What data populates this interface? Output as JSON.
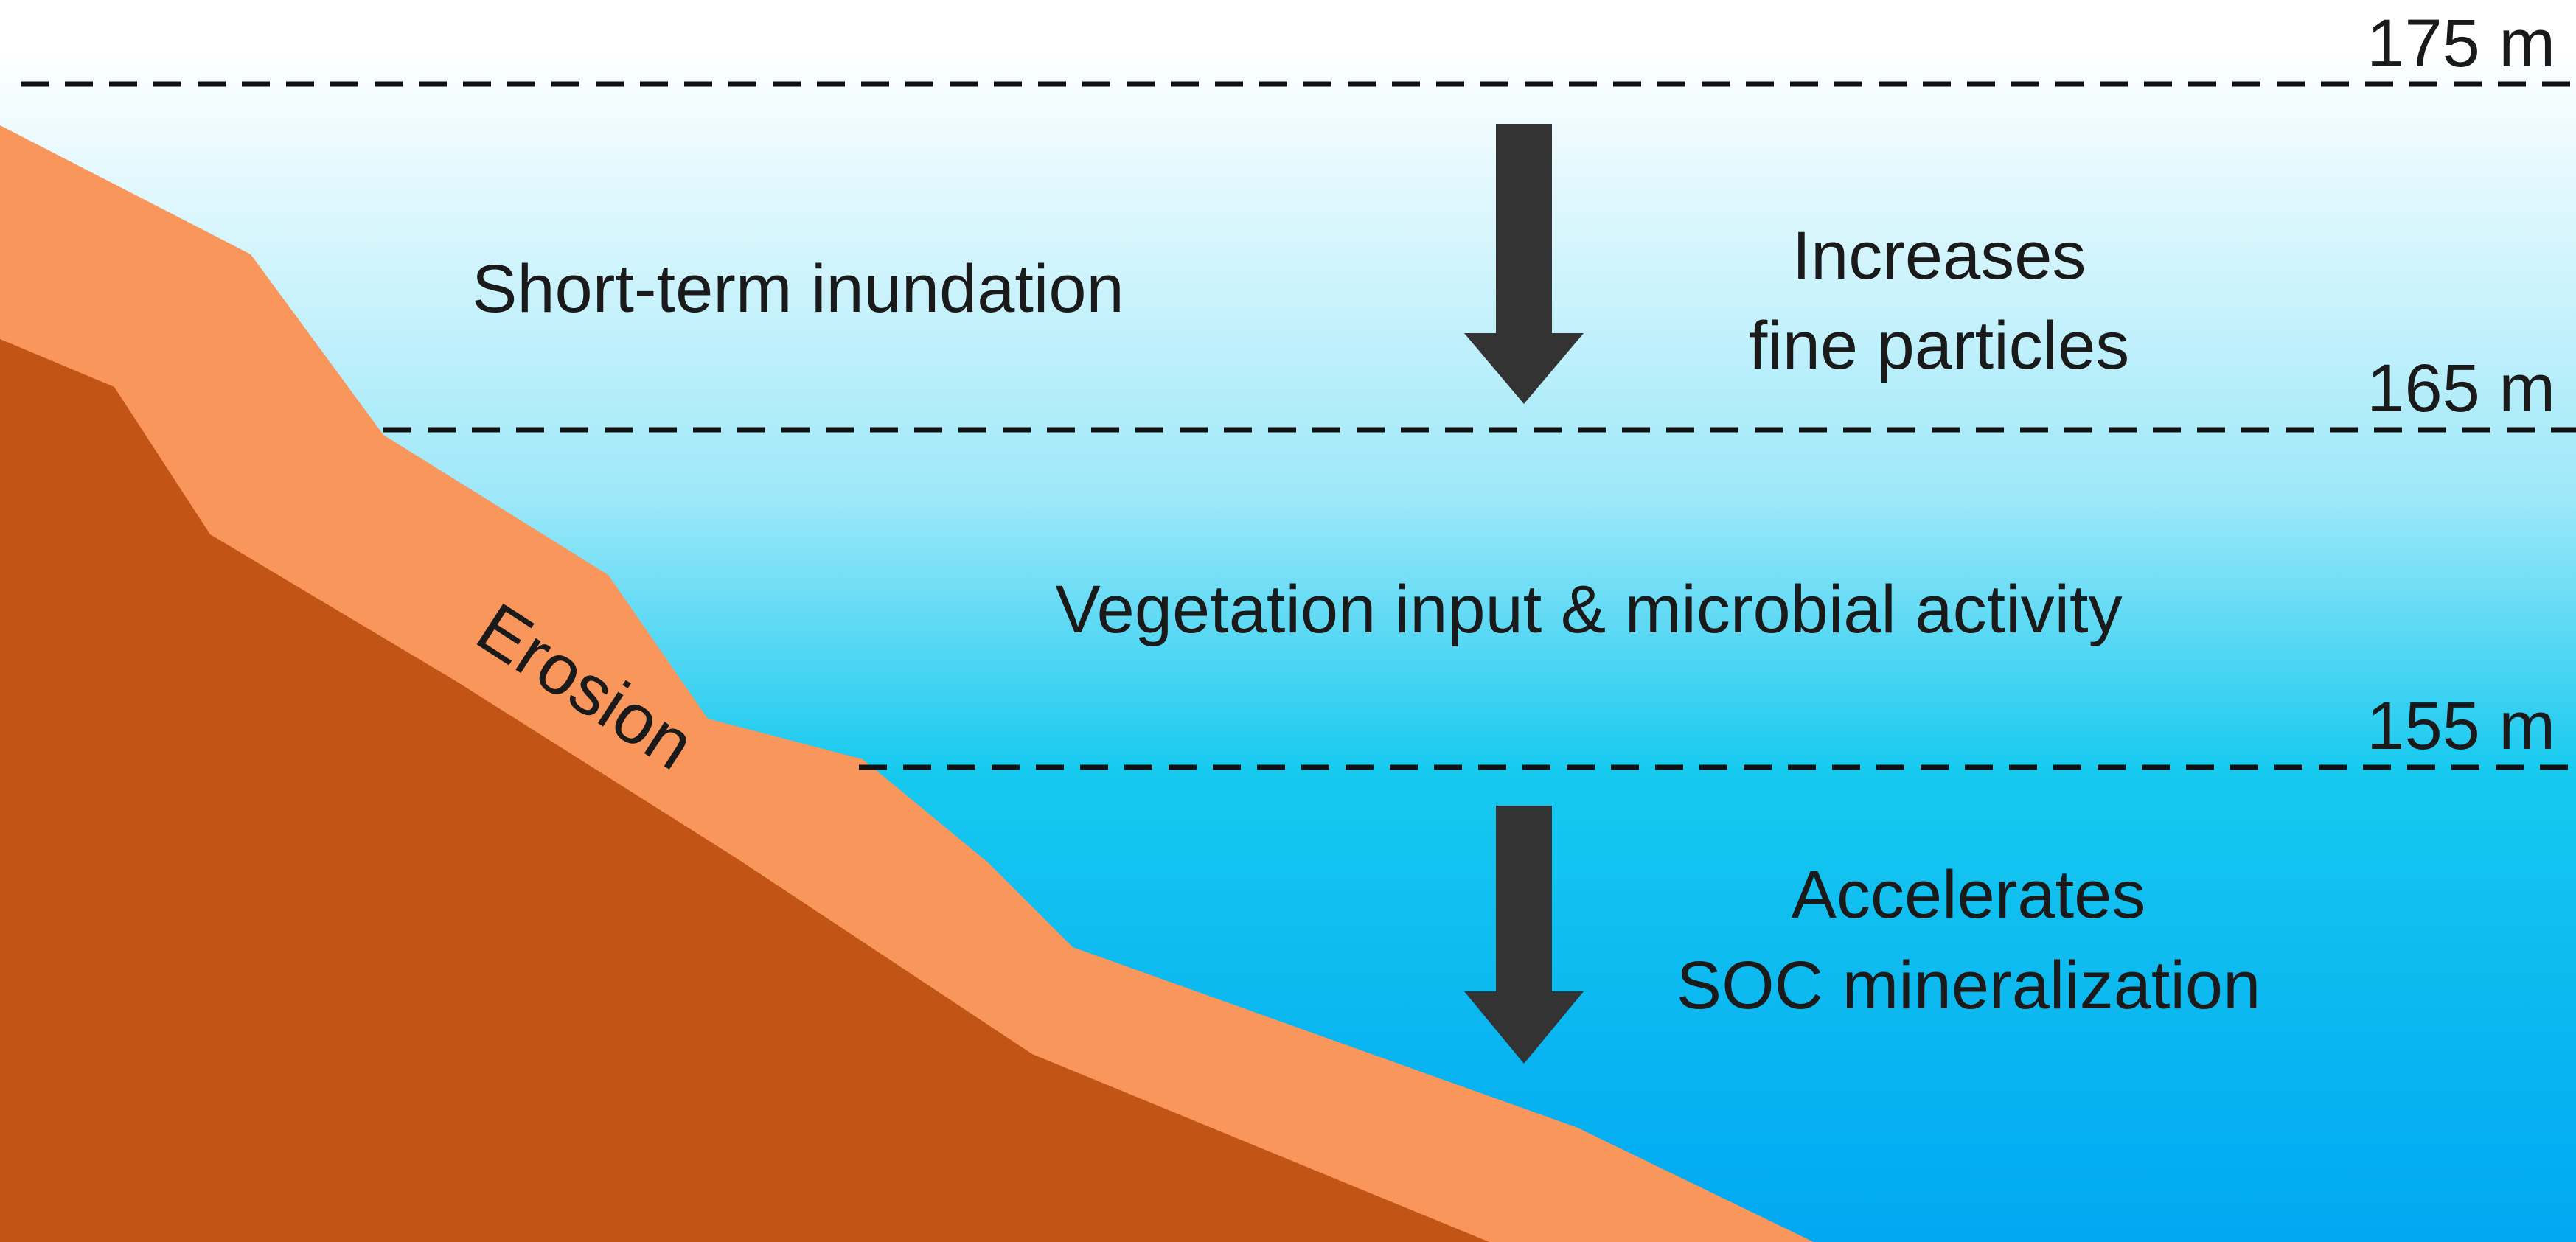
{
  "levels": [
    {
      "value": 175,
      "label": "175 m"
    },
    {
      "value": 165,
      "label": "165 m"
    },
    {
      "value": 155,
      "label": "155 m"
    }
  ],
  "zones": {
    "upper": {
      "label": "Short-term inundation",
      "effect_line1": "Increases",
      "effect_line2": "fine particles"
    },
    "middle": {
      "label": "Vegetation input & microbial activity"
    },
    "lower": {
      "effect_line1": "Accelerates",
      "effect_line2": "SOC mineralization"
    }
  },
  "slope_label": "Erosion",
  "colors": {
    "water_top": "#ffffff",
    "water_mid": "#17c9ef",
    "water_bottom": "#00a8f2",
    "soil_surface": "#f8965c",
    "soil_bedrock": "#c25515",
    "arrow": "#333333",
    "line": "#111111"
  },
  "icons": {
    "down_arrow": "down-arrow-icon"
  }
}
